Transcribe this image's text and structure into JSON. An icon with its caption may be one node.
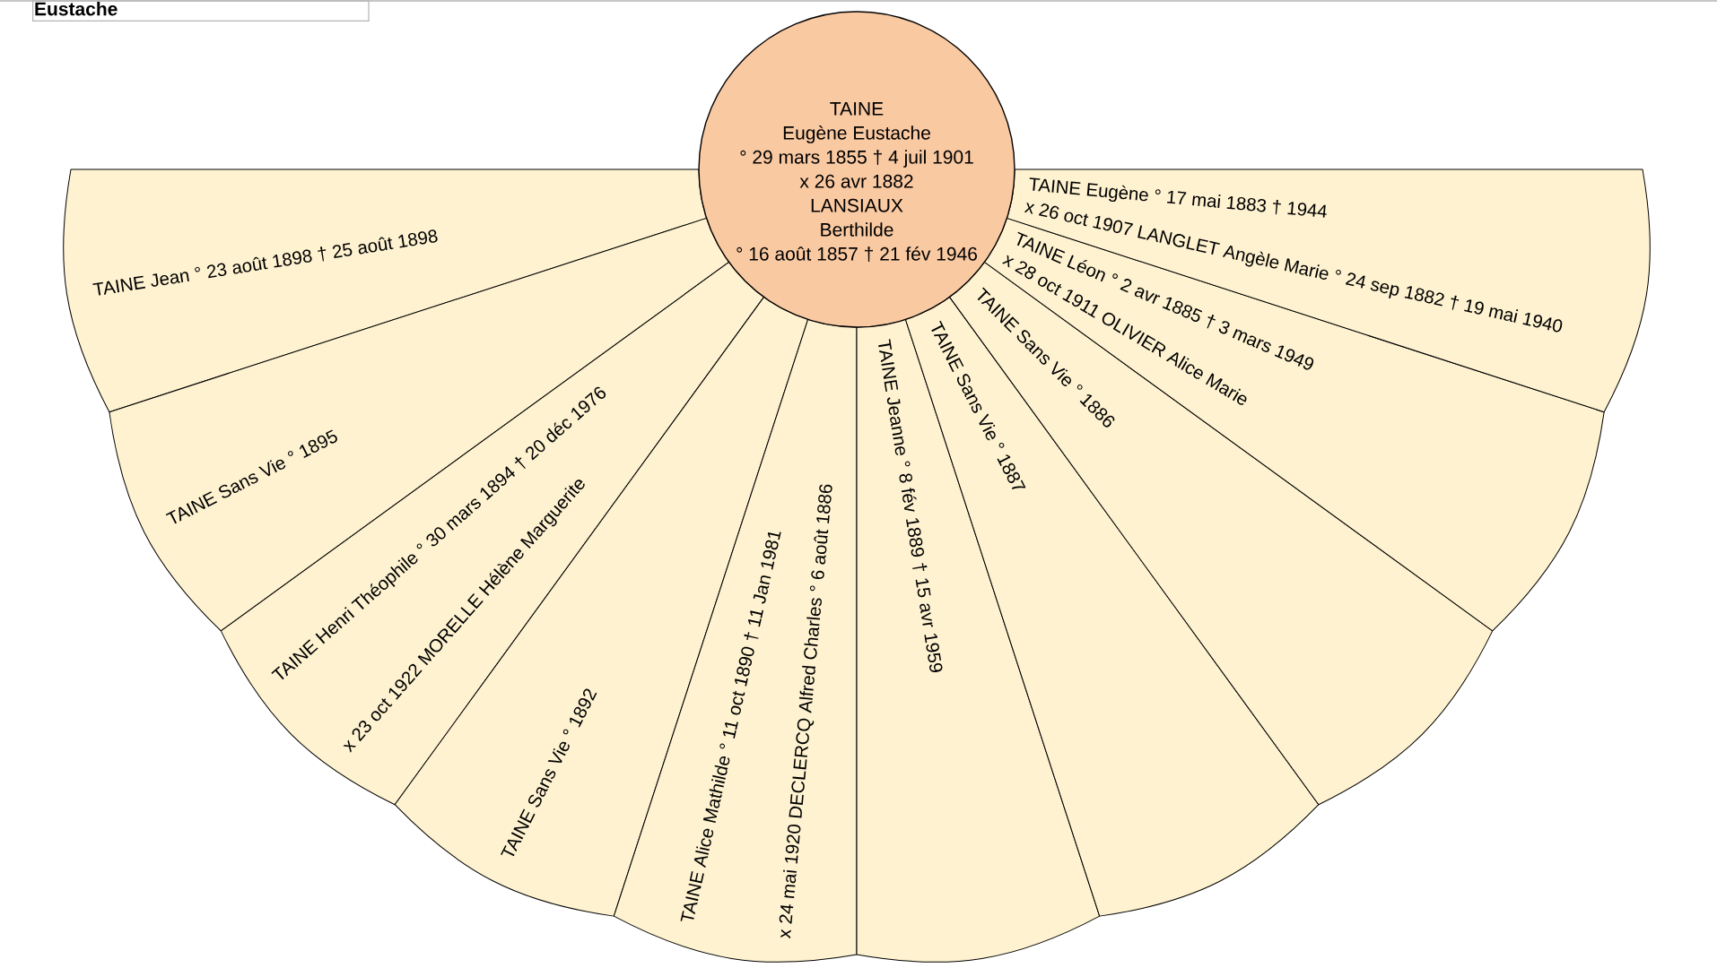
{
  "diagram": {
    "title": "Eustache",
    "nodes": [
      {
        "text": [
          "TAINE",
          "Eugène Eustache",
          "° 29 mars 1855 † 4 juil 1901",
          "x 26 avr 1882",
          "LANSIAUX",
          "Berthilde",
          "° 16 août 1857 † 21 fév 1946"
        ]
      },
      {
        "text": [
          "TAINE Jean ° 23 août 1898 † 25 août 1898"
        ]
      },
      {
        "text": [
          "TAINE Sans Vie ° 1895"
        ]
      },
      {
        "text": [
          "TAINE Henri Théophile ° 30 mars 1894 † 20 déc 1976",
          "x 23 oct 1922 MORELLE Hélène Marguerite"
        ]
      },
      {
        "text": [
          "TAINE Sans Vie ° 1892"
        ]
      },
      {
        "text": [
          "TAINE Alice Mathilde ° 11 oct 1890 † 11 Jan 1981",
          "x 24 mai 1920 DECLERCQ Alfred Charles ° 6 août 1886"
        ]
      },
      {
        "text": [
          "TAINE Jeanne ° 8 fév 1889 † 15 avr 1959"
        ]
      },
      {
        "text": [
          "TAINE Sans Vie ° 1887"
        ]
      },
      {
        "text": [
          "TAINE Sans Vie ° 1886"
        ]
      },
      {
        "text": [
          "TAINE Léon ° 2 avr 1885 † 3 mars 1949",
          "x 28 oct 1911 OLIVIER Alice Marie"
        ]
      },
      {
        "text": [
          "TAINE Eugène ° 17 mai 1883 † 1944",
          "x 26 oct 1907 LANGLET Angèle Marie ° 24 sep 1882 † 19 mai 1940"
        ]
      }
    ]
  }
}
